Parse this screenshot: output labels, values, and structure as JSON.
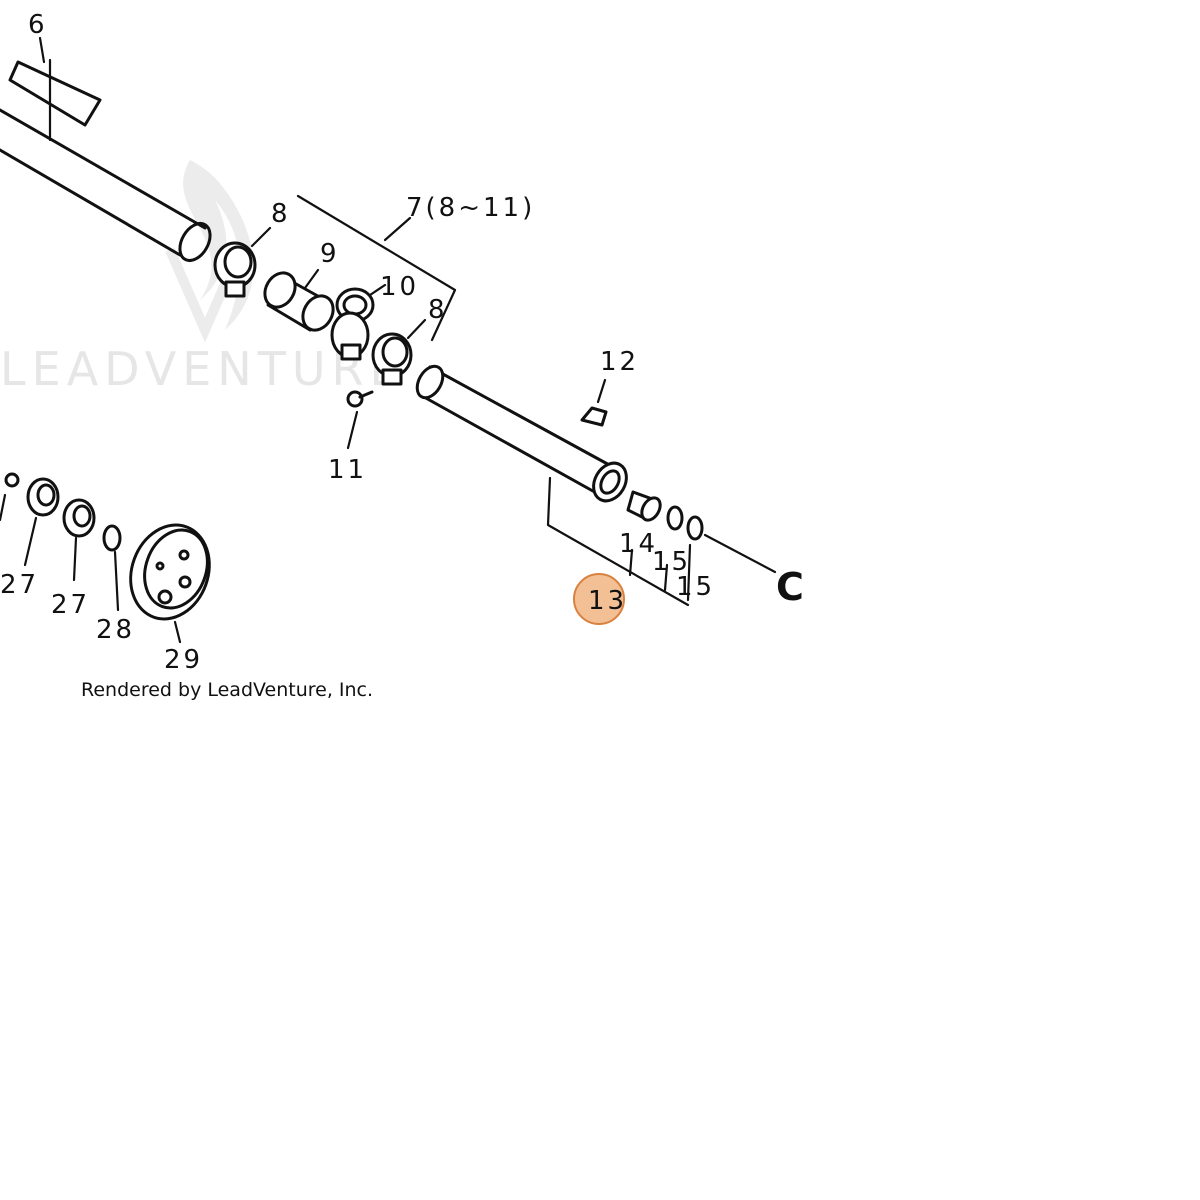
{
  "watermark": {
    "text": "LEADVENTURE"
  },
  "footer": {
    "credit": "Rendered by LeadVenture, Inc."
  },
  "colors": {
    "line": "#111111",
    "hotspot_fill": "#f2b98a",
    "hotspot_stroke": "#d9823f",
    "watermark": "#e6e6e6"
  },
  "callouts": {
    "p6": "6",
    "p7": "7(8~11)",
    "p8a": "8",
    "p8b": "8",
    "p9": "9",
    "p10": "10",
    "p11": "11",
    "p12": "12",
    "p13": "13",
    "p14": "14",
    "p15a": "15",
    "p15b": "15",
    "pC": "C",
    "p27a": "27",
    "p27b": "27",
    "p28": "28",
    "p29": "29"
  },
  "highlight": {
    "part": "13"
  }
}
